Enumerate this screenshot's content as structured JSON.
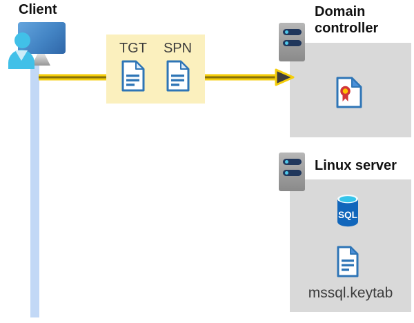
{
  "client": {
    "label": "Client"
  },
  "ticket_box": {
    "items": [
      {
        "label": "TGT"
      },
      {
        "label": "SPN"
      }
    ]
  },
  "domain_controller": {
    "label": "Domain controller"
  },
  "linux_server": {
    "label": "Linux server",
    "sql_label": "SQL",
    "keytab_label": "mssql.keytab"
  },
  "colors": {
    "arrow_yellow": "#F5CE0B",
    "arrow_core": "#86700A",
    "arrowhead_dark": "#3E3E3E",
    "ticket_box_bg": "#FBF0BE",
    "panel_gray": "#D9D9D9",
    "doc_blue": "#2E75B6",
    "fold_blue": "#4A90D9",
    "sql_body_blue": "#1166BB",
    "sql_top_cyan": "#35C4EA",
    "person_cyan": "#41C0E8",
    "monitor_blue_light": "#64A5DE",
    "monitor_blue_dark": "#2F66A8",
    "server_slot_navy": "#20375C",
    "server_dot_cyan": "#4FC8EA",
    "timeline_blue": "#C2D8F6",
    "cert_red": "#D13438",
    "cert_gold": "#FFC000",
    "label_dark": "#3C3C3C"
  }
}
